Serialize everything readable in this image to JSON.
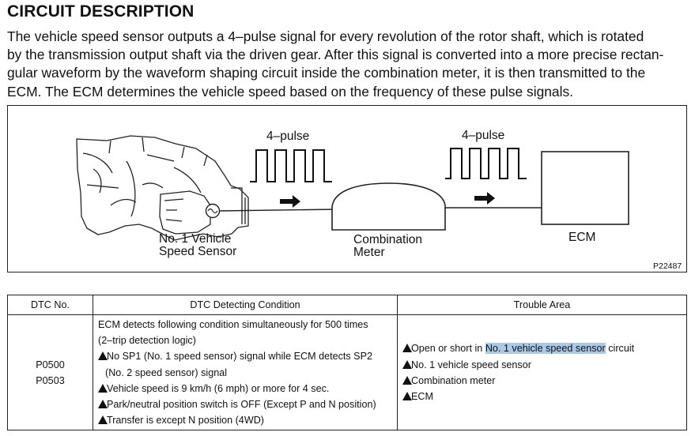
{
  "heading": "CIRCUIT DESCRIPTION",
  "paragraph": [
    "The vehicle speed sensor outputs a 4–pulse signal for every revolution of the rotor shaft, which is rotated",
    "by the transmission output shaft via the driven gear. After this signal is converted into a more precise rectan-",
    "gular waveform by the waveform shaping circuit inside the combination meter, it is then transmitted to the",
    "ECM. The ECM determines the vehicle speed based on the frequency of these pulse signals."
  ],
  "diagram": {
    "pulse_label_left": "4–pulse",
    "pulse_label_right": "4–pulse",
    "sensor_label": [
      "No. 1 Vehicle",
      "Speed Sensor"
    ],
    "meter_label": [
      "Combination",
      "Meter"
    ],
    "ecm_label": "ECM",
    "figure_id": "P22487"
  },
  "table": {
    "headers": [
      "DTC No.",
      "DTC Detecting Condition",
      "Trouble Area"
    ],
    "dtc_codes": [
      "P0500",
      "P0503"
    ],
    "conditions": {
      "intro": [
        "ECM detects following condition simultaneously for 500 times",
        "(2–trip detection logic)"
      ],
      "items": [
        [
          "No SP1 (No. 1 speed sensor) signal while ECM detects SP2",
          "(No. 2 speed sensor) signal"
        ],
        [
          "Vehicle speed is 9 km/h (6 mph) or more for 4 sec."
        ],
        [
          "Park/neutral position switch is OFF (Except P and N position)"
        ],
        [
          "Transfer is except N position (4WD)"
        ]
      ]
    },
    "trouble_area": {
      "first_prefix": "Open or short in ",
      "first_highlight": "No. 1 vehicle speed sensor",
      "first_suffix": " circuit",
      "others": [
        "No. 1 vehicle speed sensor",
        "Combination meter",
        "ECM"
      ]
    }
  }
}
